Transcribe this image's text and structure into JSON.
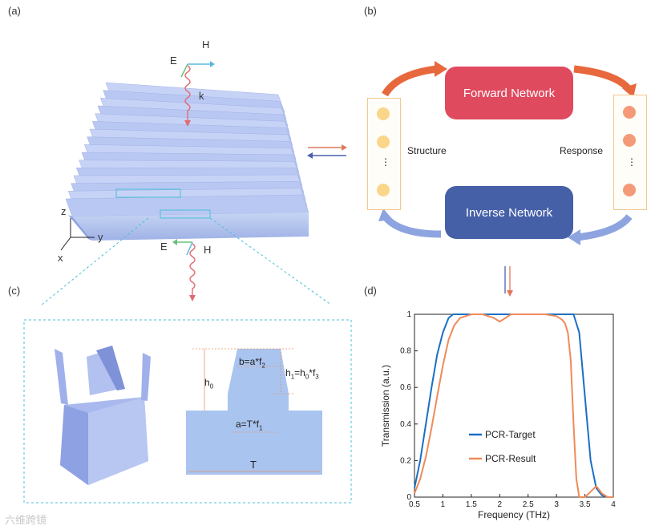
{
  "labels": {
    "a": "(a)",
    "b": "(b)",
    "c": "(c)",
    "d": "(d)"
  },
  "panel_a": {
    "H_top": "H",
    "E_top": "E",
    "k": "k",
    "E_bot": "E",
    "H_bot": "H",
    "axis_z": "z",
    "axis_y": "y",
    "axis_x": "x"
  },
  "panel_b": {
    "forward": "Forward Network",
    "inverse": "Inverse Network",
    "structure": "Structure",
    "response": "Response",
    "ellipsis": "⋮",
    "colors": {
      "forward": "#e04a5e",
      "inverse": "#4660a8",
      "left_dot": "#fbd68a",
      "right_dot": "#f49a78"
    }
  },
  "panel_c": {
    "b_label": "b=a*f",
    "b_sub": "2",
    "h0": "h",
    "h0_sub": "0",
    "h1_label": "h",
    "h1_sub": "1",
    "h1_rest": "=h",
    "h1_sub2": "0",
    "h1_tail": "*f",
    "h1_sub3": "3",
    "a_label": "a=T*f",
    "a_sub": "1",
    "T": "T"
  },
  "watermark": "六维跨镜",
  "chart_data": {
    "type": "line",
    "xlabel": "Frequency (THz)",
    "ylabel": "Transmission (a.u.)",
    "xlim": [
      0.5,
      4
    ],
    "ylim": [
      0,
      1
    ],
    "xticks": [
      "0.5",
      "1",
      "1.5",
      "2",
      "2.5",
      "3",
      "3.5",
      "4"
    ],
    "yticks": [
      "0",
      "0.2",
      "0.4",
      "0.6",
      "0.8",
      "1"
    ],
    "legend_position": "bottom-center",
    "series": [
      {
        "name": "PCR-Target",
        "color": "#1a6fc4",
        "x": [
          0.5,
          0.6,
          0.7,
          0.8,
          0.9,
          1.0,
          1.1,
          1.18,
          1.25,
          3.3,
          3.4,
          3.5,
          3.6,
          3.7,
          3.8,
          3.9,
          4.0
        ],
        "y": [
          0.05,
          0.2,
          0.4,
          0.6,
          0.78,
          0.9,
          0.98,
          1.0,
          1.0,
          1.0,
          0.9,
          0.55,
          0.2,
          0.05,
          0.01,
          0.0,
          0.0
        ]
      },
      {
        "name": "PCR-Result",
        "color": "#f08a5a",
        "x": [
          0.5,
          0.6,
          0.7,
          0.8,
          0.9,
          1.0,
          1.1,
          1.2,
          1.3,
          1.4,
          1.5,
          1.7,
          1.9,
          2.0,
          2.1,
          2.2,
          2.4,
          2.6,
          2.8,
          3.0,
          3.1,
          3.15,
          3.2,
          3.25,
          3.3,
          3.35,
          3.4,
          3.5,
          3.6,
          3.7,
          3.8,
          3.9,
          4.0
        ],
        "y": [
          0.02,
          0.1,
          0.22,
          0.38,
          0.55,
          0.72,
          0.86,
          0.94,
          0.98,
          0.99,
          1.0,
          1.0,
          0.98,
          0.96,
          0.98,
          1.0,
          1.0,
          1.0,
          1.0,
          0.99,
          0.97,
          0.95,
          0.9,
          0.75,
          0.4,
          0.1,
          0.0,
          0.0,
          0.03,
          0.06,
          0.02,
          0.0,
          0.0
        ]
      }
    ]
  }
}
